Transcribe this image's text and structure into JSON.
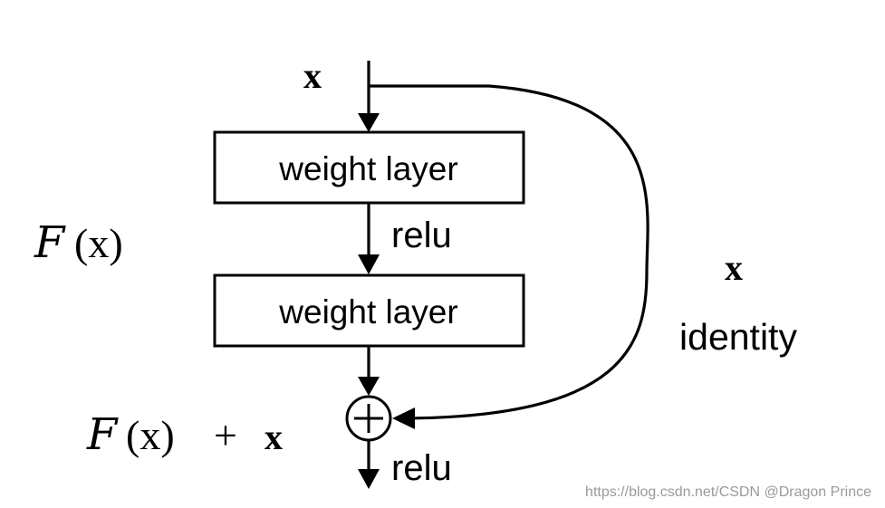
{
  "diagram": {
    "input_label": "x",
    "layers": [
      {
        "label": "weight layer"
      },
      {
        "label": "weight layer"
      }
    ],
    "activation_1": "relu",
    "activation_2": "relu",
    "residual_function": {
      "script_f": "F",
      "arg": "(x)"
    },
    "sum_expression": {
      "script_f": "F",
      "arg": "(x)",
      "plus": "+",
      "x": "x"
    },
    "shortcut_label_x": "x",
    "shortcut_label": "identity",
    "sum_symbol": "+"
  },
  "watermark": "https://blog.csdn.net/CSDN @Dragon Prince"
}
